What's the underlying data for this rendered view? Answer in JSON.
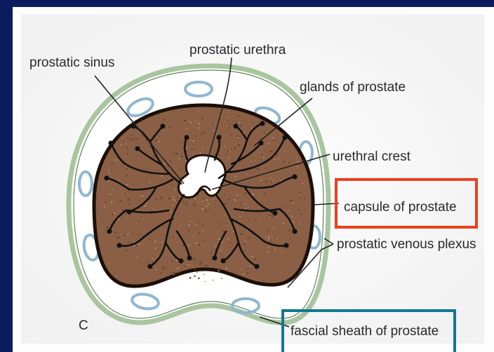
{
  "labels": {
    "prostatic_sinus": "prostatic sinus",
    "prostatic_urethra": "prostatic urethra",
    "glands_of_prostate": "glands of prostate",
    "urethral_crest": "urethral crest",
    "capsule_of_prostate": "capsule of prostate",
    "prostatic_venous_plexus": "prostatic venous plexus",
    "fascial_sheath_of_prostate": "fascial sheath of prostate",
    "panel_letter": "C"
  },
  "colors": {
    "background": "#0a1c5e",
    "panel": "#ffffff",
    "prostate_fill": "#8a5f45",
    "sheath": "#a9c59f",
    "vein": "#8fb6d2",
    "highlight_capsule": "#ee3e1c",
    "highlight_sheath": "#14778f"
  }
}
